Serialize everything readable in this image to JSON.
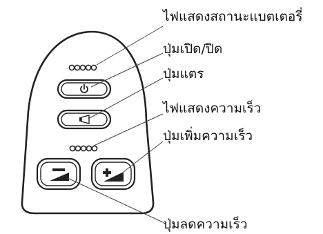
{
  "callouts": {
    "battery_indicator": "ไฟแสดงสถานะแบตเตอรี่",
    "power_button": "ปุ่มเปิด/ปิด",
    "horn_button": "ปุ่มแตร",
    "speed_indicator": "ไฟแสดงความเร็ว",
    "speed_up_button": "ปุ่มเพิ่มความเร็ว",
    "speed_down_button": "ปุ่มลดความเร็ว"
  },
  "indicators": {
    "battery_led_count": 5,
    "speed_led_count": 5
  },
  "icons": {
    "power": "power-icon",
    "horn": "horn-icon",
    "speed_up": "speed-up-icon",
    "speed_down": "speed-down-icon"
  },
  "colors": {
    "outline": "#222222",
    "leader_line": "#444444",
    "text": "#111111",
    "background": "#ffffff"
  }
}
